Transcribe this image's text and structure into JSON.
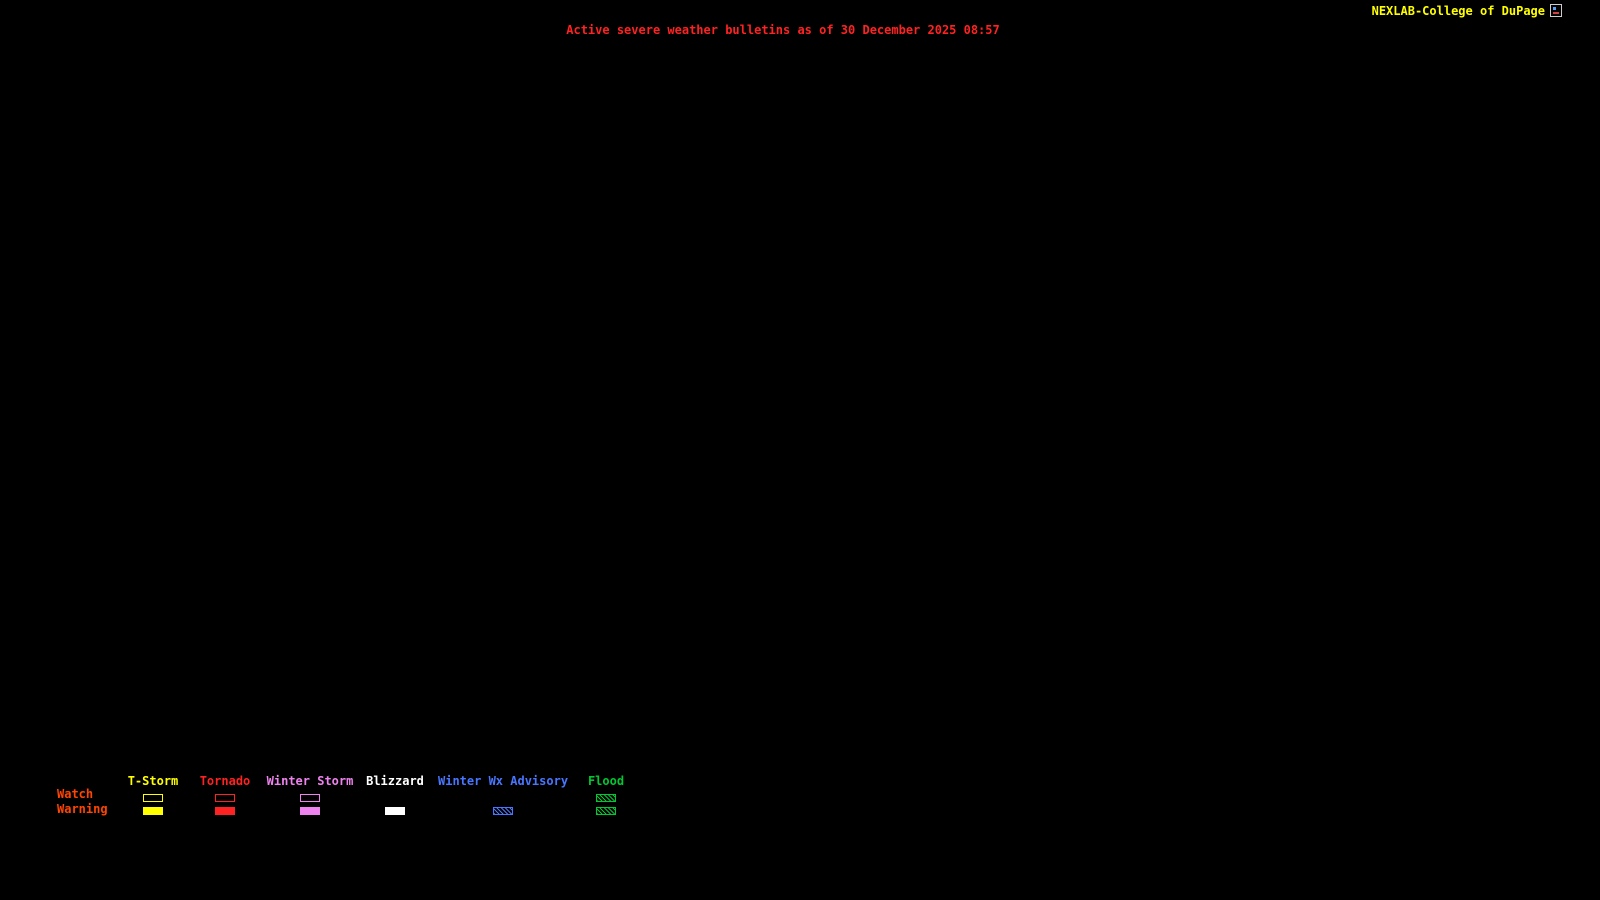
{
  "header": {
    "site_label": "NEXLAB-College of DuPage",
    "site_label_color": "#ffff00"
  },
  "title": {
    "text": "Active severe weather bulletins as of 30 December 2025 08:57",
    "color": "#ff2222"
  },
  "legend": {
    "watch_label": "Watch",
    "warning_label": "Warning",
    "row_label_color": "#ff4500",
    "columns": [
      {
        "label": "T-Storm",
        "color": "#ffff00",
        "watch": "outline",
        "warning": "fill"
      },
      {
        "label": "Tornado",
        "color": "#ff2222",
        "watch": "outline",
        "warning": "fill"
      },
      {
        "label": "Winter Storm",
        "color": "#ee82ee",
        "watch": "outline",
        "warning": "fill"
      },
      {
        "label": "Blizzard",
        "color": "#ffffff",
        "watch": "none",
        "warning": "fill"
      },
      {
        "label": "Winter Wx Advisory",
        "color": "#4876ff",
        "watch": "none",
        "warning": "hatch"
      },
      {
        "label": "Flood",
        "color": "#00c832",
        "watch": "hatch",
        "warning": "hatch"
      }
    ]
  },
  "map": {
    "background_color": "#000000"
  }
}
